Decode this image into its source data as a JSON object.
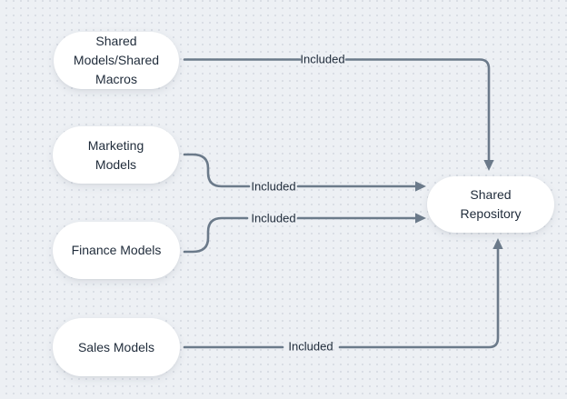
{
  "canvas": {
    "background_color": "#edf0f4",
    "dot_color": "#d3d8e0"
  },
  "diagram": {
    "colors": {
      "node_fill": "#ffffff",
      "node_text": "#1f2b3a",
      "connector": "#6b7a8a",
      "edge_label_text": "#1f2b3a"
    },
    "nodes": [
      {
        "id": "shared-models-shared-macros",
        "label": "Shared Models/Shared Macros"
      },
      {
        "id": "marketing-models",
        "label": "Marketing Models"
      },
      {
        "id": "finance-models",
        "label": "Finance Models"
      },
      {
        "id": "sales-models",
        "label": "Sales Models"
      },
      {
        "id": "shared-repository",
        "label": "Shared Repository"
      }
    ],
    "edges": [
      {
        "from": "shared-models-shared-macros",
        "to": "shared-repository",
        "label": "Included"
      },
      {
        "from": "marketing-models",
        "to": "shared-repository",
        "label": "Included"
      },
      {
        "from": "finance-models",
        "to": "shared-repository",
        "label": "Included"
      },
      {
        "from": "sales-models",
        "to": "shared-repository",
        "label": "Included"
      }
    ]
  }
}
